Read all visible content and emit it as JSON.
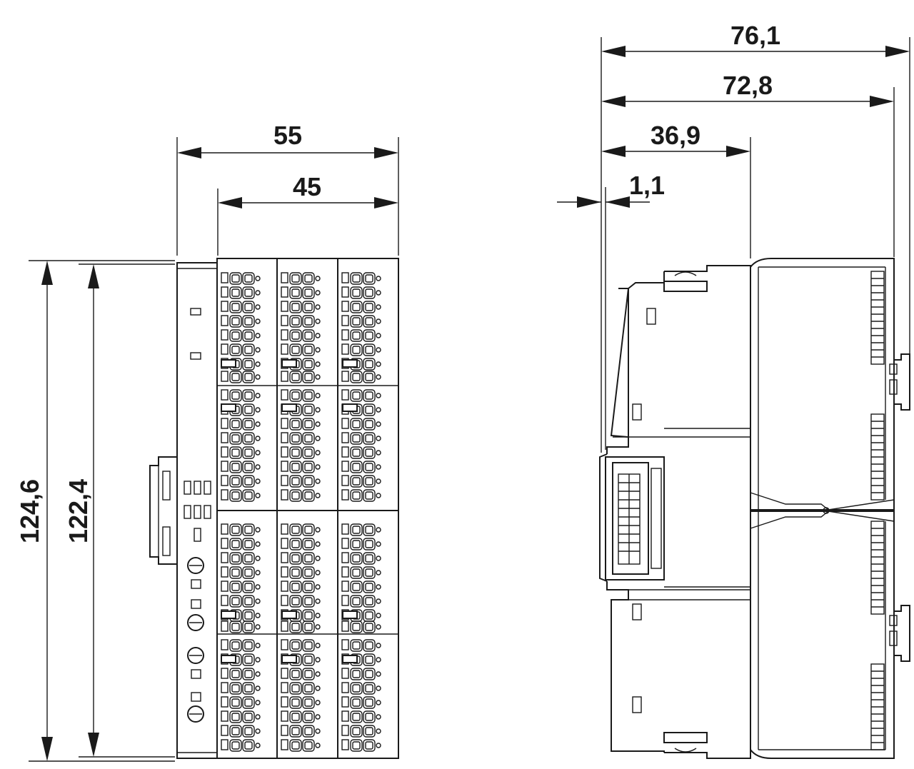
{
  "drawing": {
    "dimensions": {
      "front_width_outer": "55",
      "front_width_inner": "45",
      "front_height_outer": "124,6",
      "front_height_inner": "122,4",
      "side_depth_total": "76,1",
      "side_depth_body": "72,8",
      "side_depth_base": "36,9",
      "side_offset": "1,1"
    }
  }
}
